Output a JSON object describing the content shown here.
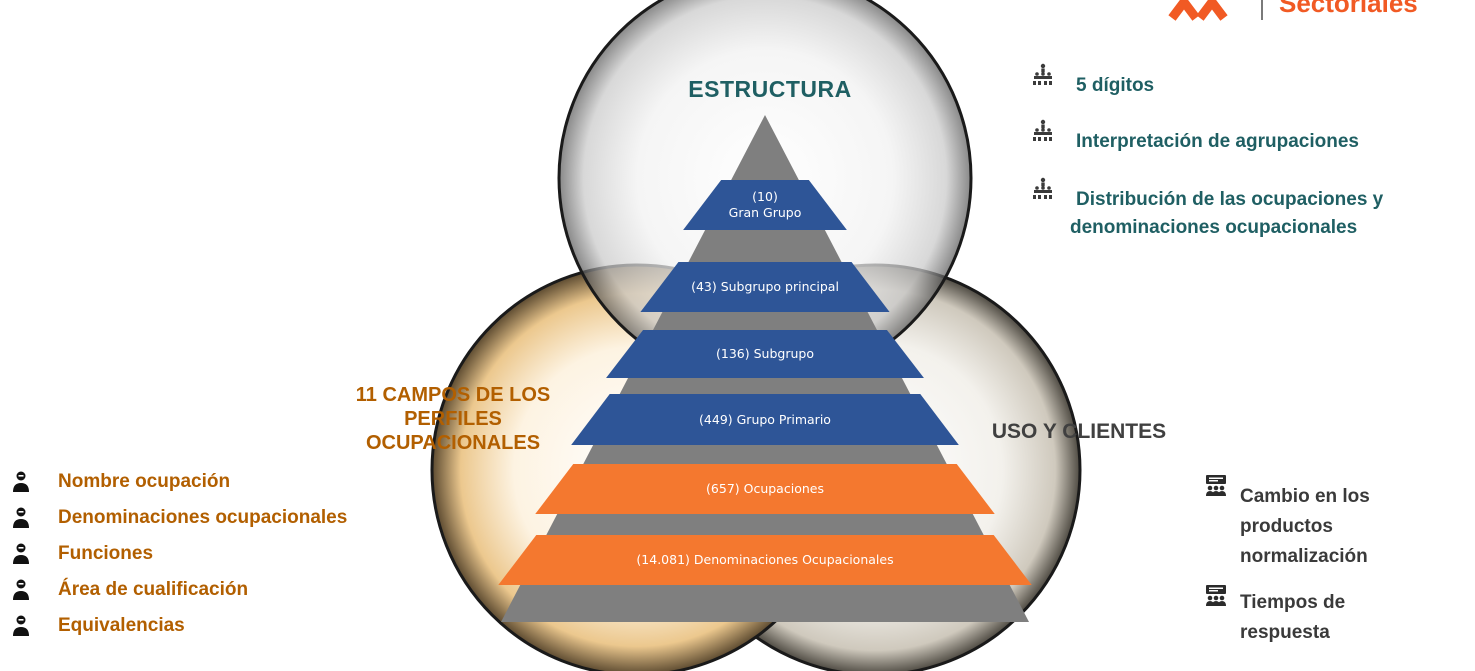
{
  "logo": {
    "text": "Sectoriales"
  },
  "estructura": {
    "title": "ESTRUCTURA",
    "items": [
      "5 dígitos",
      "Interpretación de agrupaciones",
      "Distribución de las ocupaciones y",
      "denominaciones ocupacionales"
    ]
  },
  "campos": {
    "title_lines": [
      "11 CAMPOS DE LOS",
      "PERFILES",
      "OCUPACIONALES"
    ],
    "fields": [
      "Nombre ocupación",
      "Denominaciones ocupacionales",
      "Funciones",
      "Área de cualificación",
      "Equivalencias"
    ]
  },
  "uso": {
    "title": "USO Y CLIENTES",
    "items": [
      {
        "lines": [
          "Cambio en los",
          "productos",
          "normalización"
        ]
      },
      {
        "lines": [
          "Tiempos de",
          "respuesta"
        ]
      }
    ]
  },
  "pyramid": {
    "tiers": [
      {
        "lines": [
          "(10)",
          "Gran Grupo"
        ],
        "color": "#2e5597"
      },
      {
        "lines": [
          "(43) Subgrupo principal"
        ],
        "color": "#2e5597"
      },
      {
        "lines": [
          "(136) Subgrupo"
        ],
        "color": "#2e5597"
      },
      {
        "lines": [
          "(449) Grupo Primario"
        ],
        "color": "#2e5597"
      },
      {
        "lines": [
          "(657) Ocupaciones"
        ],
        "color": "#f4782f"
      },
      {
        "lines": [
          "(14.081) Denominaciones Ocupacionales"
        ],
        "color": "#f4782f"
      }
    ]
  },
  "colors": {
    "accent": "#f15a24",
    "teal": "#1f5f63",
    "brown": "#b25f00",
    "blue": "#2e5597",
    "orange": "#f4782f",
    "gray": "#7f7f7f"
  }
}
